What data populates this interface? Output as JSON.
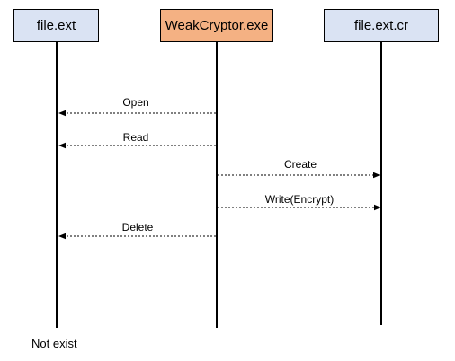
{
  "actors": [
    {
      "id": "file",
      "label": "file.ext",
      "fill": "#dae3f3"
    },
    {
      "id": "crypt",
      "label": "WeakCryptor.exe",
      "fill": "#f4b183"
    },
    {
      "id": "out",
      "label": "file.ext.cr",
      "fill": "#dae3f3"
    }
  ],
  "messages": [
    {
      "label": "Open",
      "from": "crypt",
      "to": "file"
    },
    {
      "label": "Read",
      "from": "crypt",
      "to": "file"
    },
    {
      "label": "Create",
      "from": "crypt",
      "to": "out"
    },
    {
      "label": "Write(Encrypt)",
      "from": "crypt",
      "to": "out"
    },
    {
      "label": "Delete",
      "from": "crypt",
      "to": "file"
    }
  ],
  "note": "Not exist",
  "colors": {
    "line": "#000000",
    "arrow": "#000000"
  }
}
